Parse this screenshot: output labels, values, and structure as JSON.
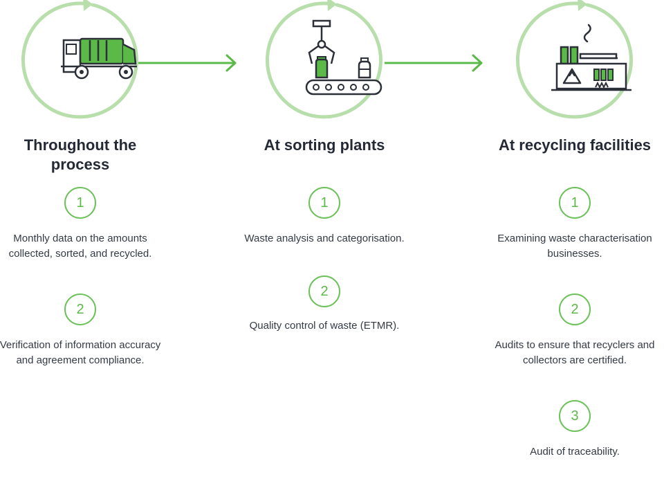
{
  "colors": {
    "accent_green": "#5bb948",
    "ring_green": "#b8deac",
    "icon_dark": "#2b2f38",
    "text": "#333a45"
  },
  "columns": [
    {
      "id": "process",
      "icon": "garbage-truck-icon",
      "title": "Throughout the process",
      "steps": [
        {
          "number": "1",
          "text": "Monthly data on the amounts collected, sorted, and recycled."
        },
        {
          "number": "2",
          "text": "Verification of information accuracy and agreement compliance."
        }
      ]
    },
    {
      "id": "sorting",
      "icon": "sorting-conveyor-icon",
      "title": "At sorting plants",
      "steps": [
        {
          "number": "1",
          "text": "Waste analysis and categorisation."
        },
        {
          "number": "2",
          "text": "Quality control of waste (ETMR)."
        }
      ]
    },
    {
      "id": "recycling",
      "icon": "recycling-factory-icon",
      "title": "At recycling facilities",
      "steps": [
        {
          "number": "1",
          "text": "Examining waste characterisation businesses."
        },
        {
          "number": "2",
          "text": "Audits to ensure that recyclers and collectors are certified."
        },
        {
          "number": "3",
          "text": "Audit of traceability."
        }
      ]
    }
  ]
}
